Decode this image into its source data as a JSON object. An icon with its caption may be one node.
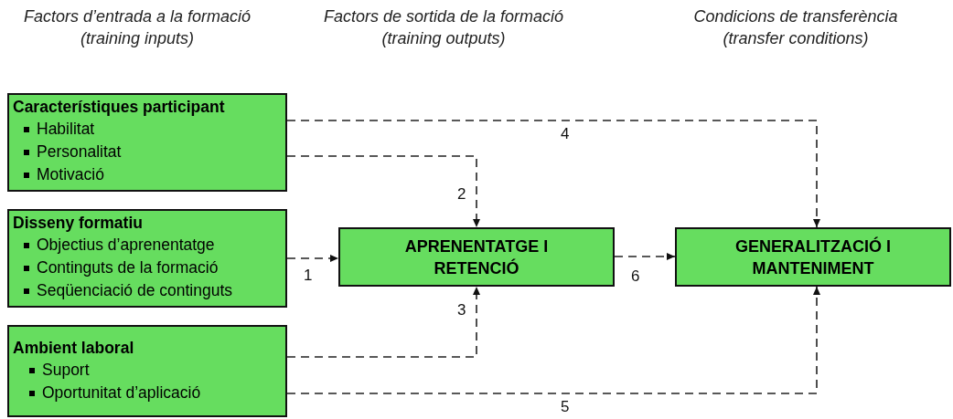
{
  "diagram": {
    "nodes": [
      {
        "text": [
          "Característiques participant",
          "Habilitat",
          "Personalitat",
          "Motivació"
        ]
      },
      {
        "text": [
          "Disseny formatiu",
          "Objectius d’aprenentatge",
          "Continguts de la formació",
          "Seqüenciació de continguts"
        ]
      },
      {
        "text": [
          "Ambient laboral",
          "Suport",
          "Oportunitat d’aplicació"
        ]
      },
      {
        "text": [
          "APRENENTATGE I RETENCIÓ"
        ]
      },
      {
        "text": [
          "GENERALITZACIÓ I MANTENIMENT"
        ]
      }
    ],
    "edges": [
      {
        "from": 1,
        "to": 3,
        "arrow": "to",
        "label": "1",
        "style": "dashed"
      },
      {
        "from": 0,
        "to": 3,
        "arrow": "to",
        "label": "2",
        "style": "dashed"
      },
      {
        "from": 2,
        "to": 3,
        "arrow": "to",
        "label": "3",
        "style": "dashed"
      },
      {
        "from": 0,
        "to": 4,
        "arrow": "to",
        "label": "4",
        "style": "dashed"
      },
      {
        "from": 2,
        "to": 4,
        "arrow": "to",
        "label": "5",
        "style": "dashed"
      },
      {
        "from": 3,
        "to": 4,
        "arrow": "to",
        "label": "6",
        "style": "dashed"
      }
    ],
    "labels": [
      "Factors d’entrada a la formació",
      "(training inputs)",
      "Factors de sortida de la formació",
      "(training outputs)",
      "Condicions de transferència",
      "(transfer conditions)"
    ]
  }
}
